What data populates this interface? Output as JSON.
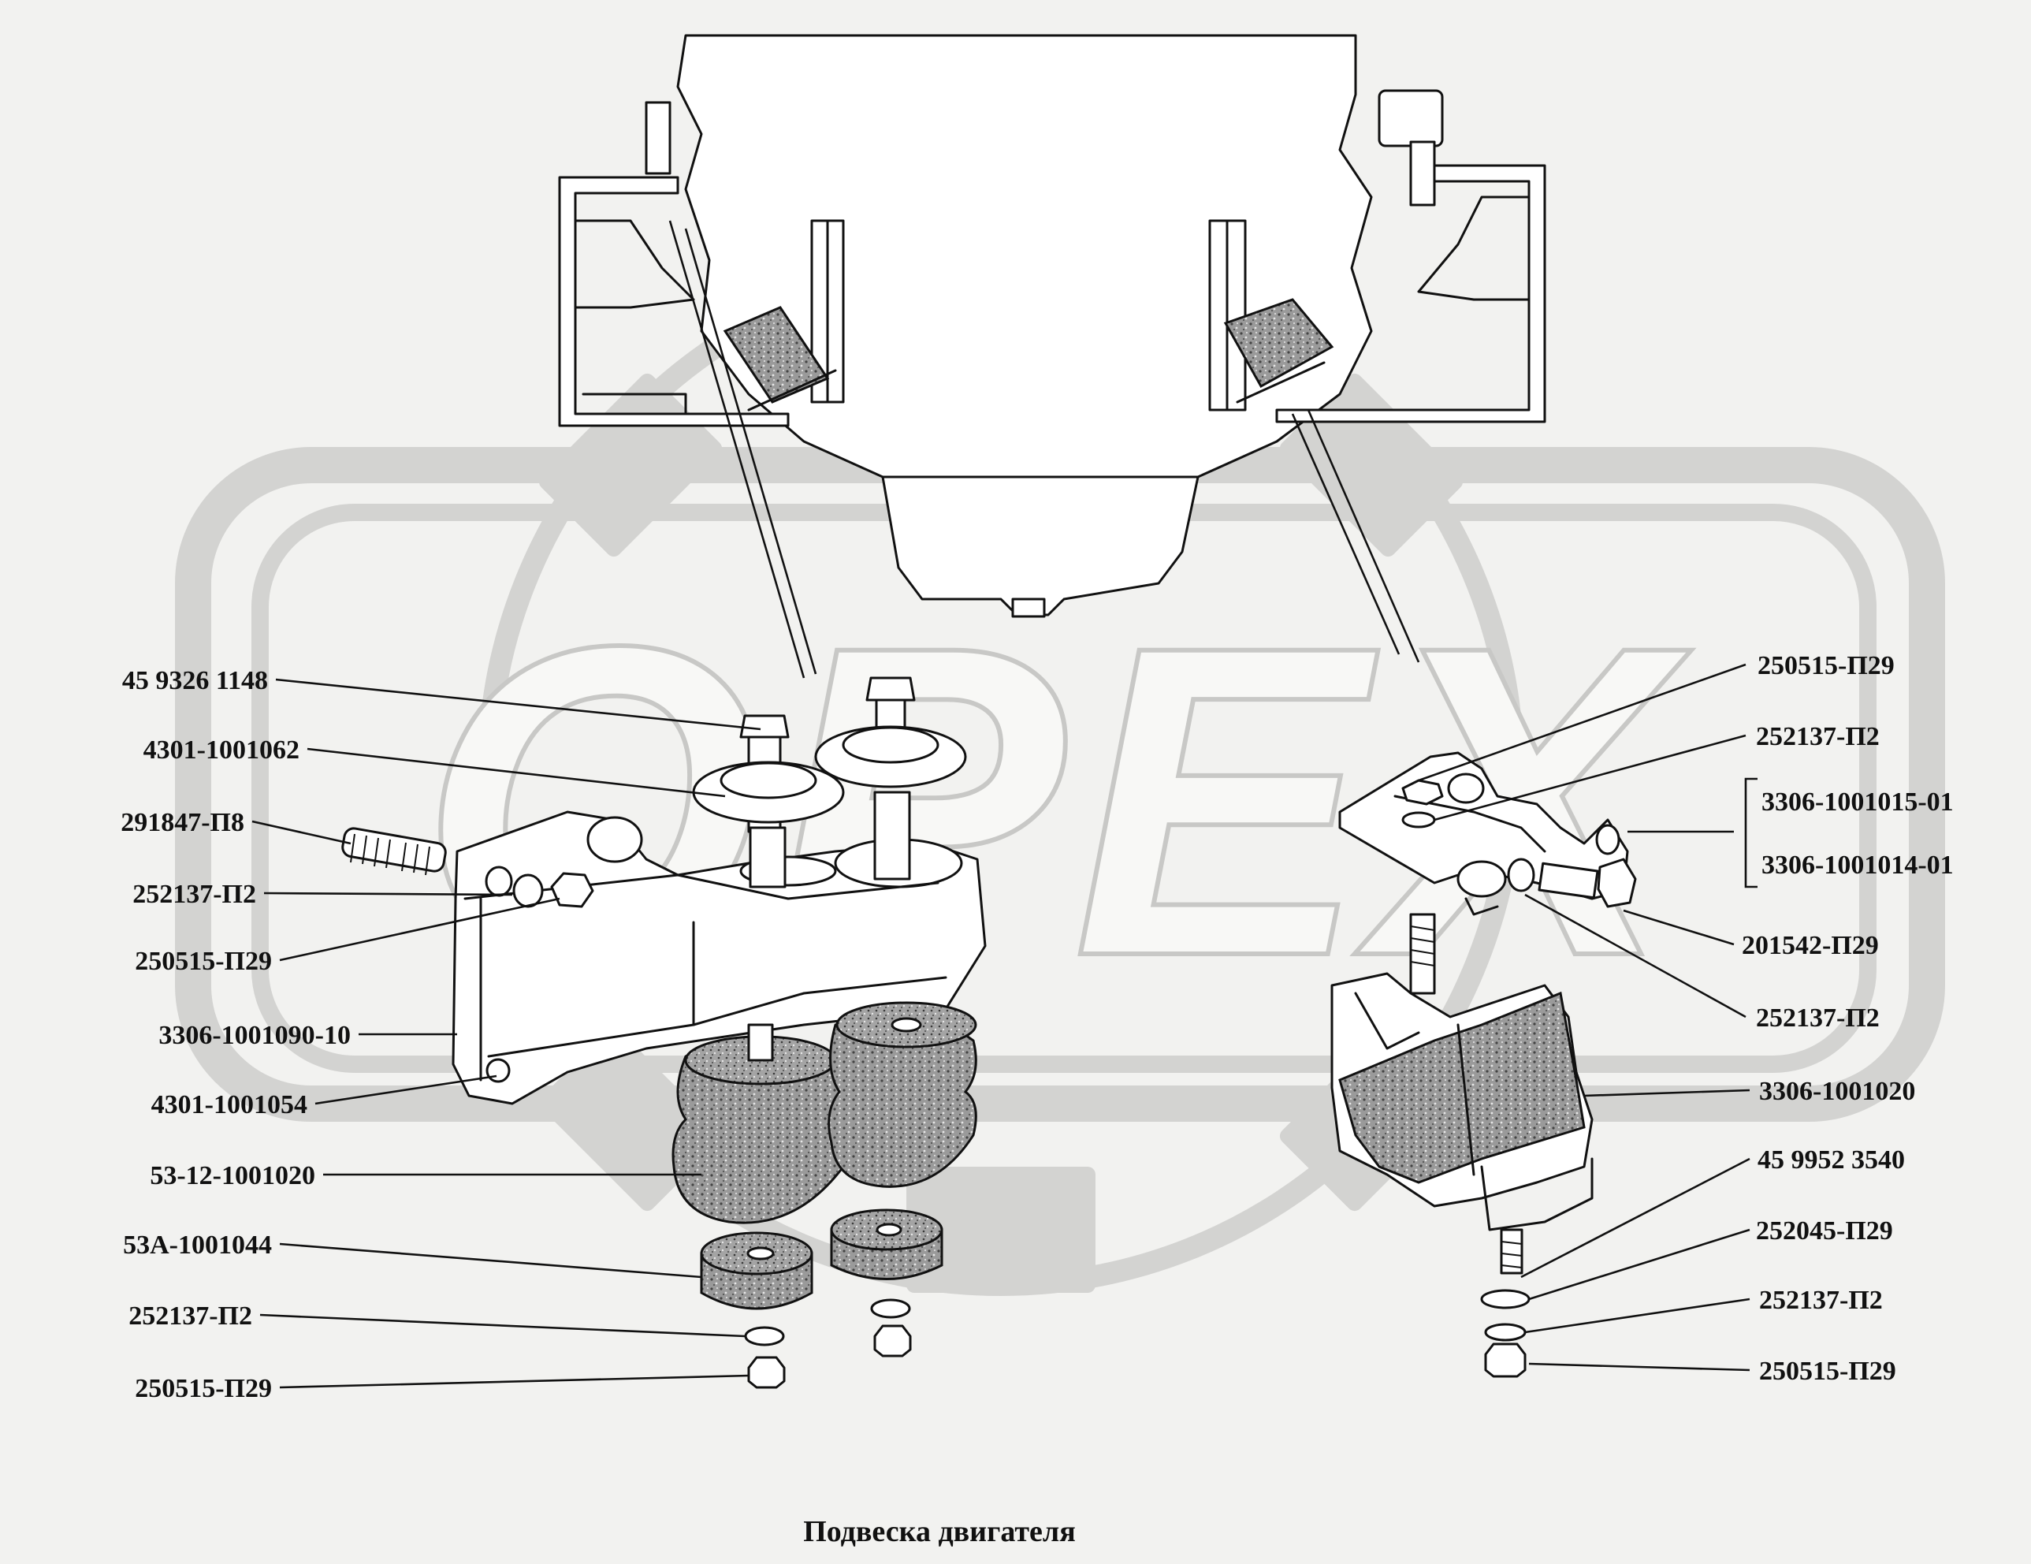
{
  "diagram": {
    "title": "Подвеска двигателя",
    "watermark": "OPEX",
    "colors": {
      "background": "#f2f2f0",
      "ink": "#111111",
      "watermark": "#d3d3d1",
      "rubber": "#8c8c8c"
    }
  },
  "labels_left": [
    "45  9326  1148",
    "4301-1001062",
    "291847-П8",
    "252137-П2",
    "250515-П29",
    "3306-1001090-10",
    "4301-1001054",
    "53-12-1001020",
    "53А-1001044",
    "252137-П2",
    "250515-П29"
  ],
  "labels_right": [
    "250515-П29",
    "252137-П2",
    "3306-1001015-01",
    "3306-1001014-01",
    "201542-П29",
    "252137-П2",
    "3306-1001020",
    "45 9952 3540",
    "252045-П29",
    "252137-П2",
    "250515-П29"
  ]
}
